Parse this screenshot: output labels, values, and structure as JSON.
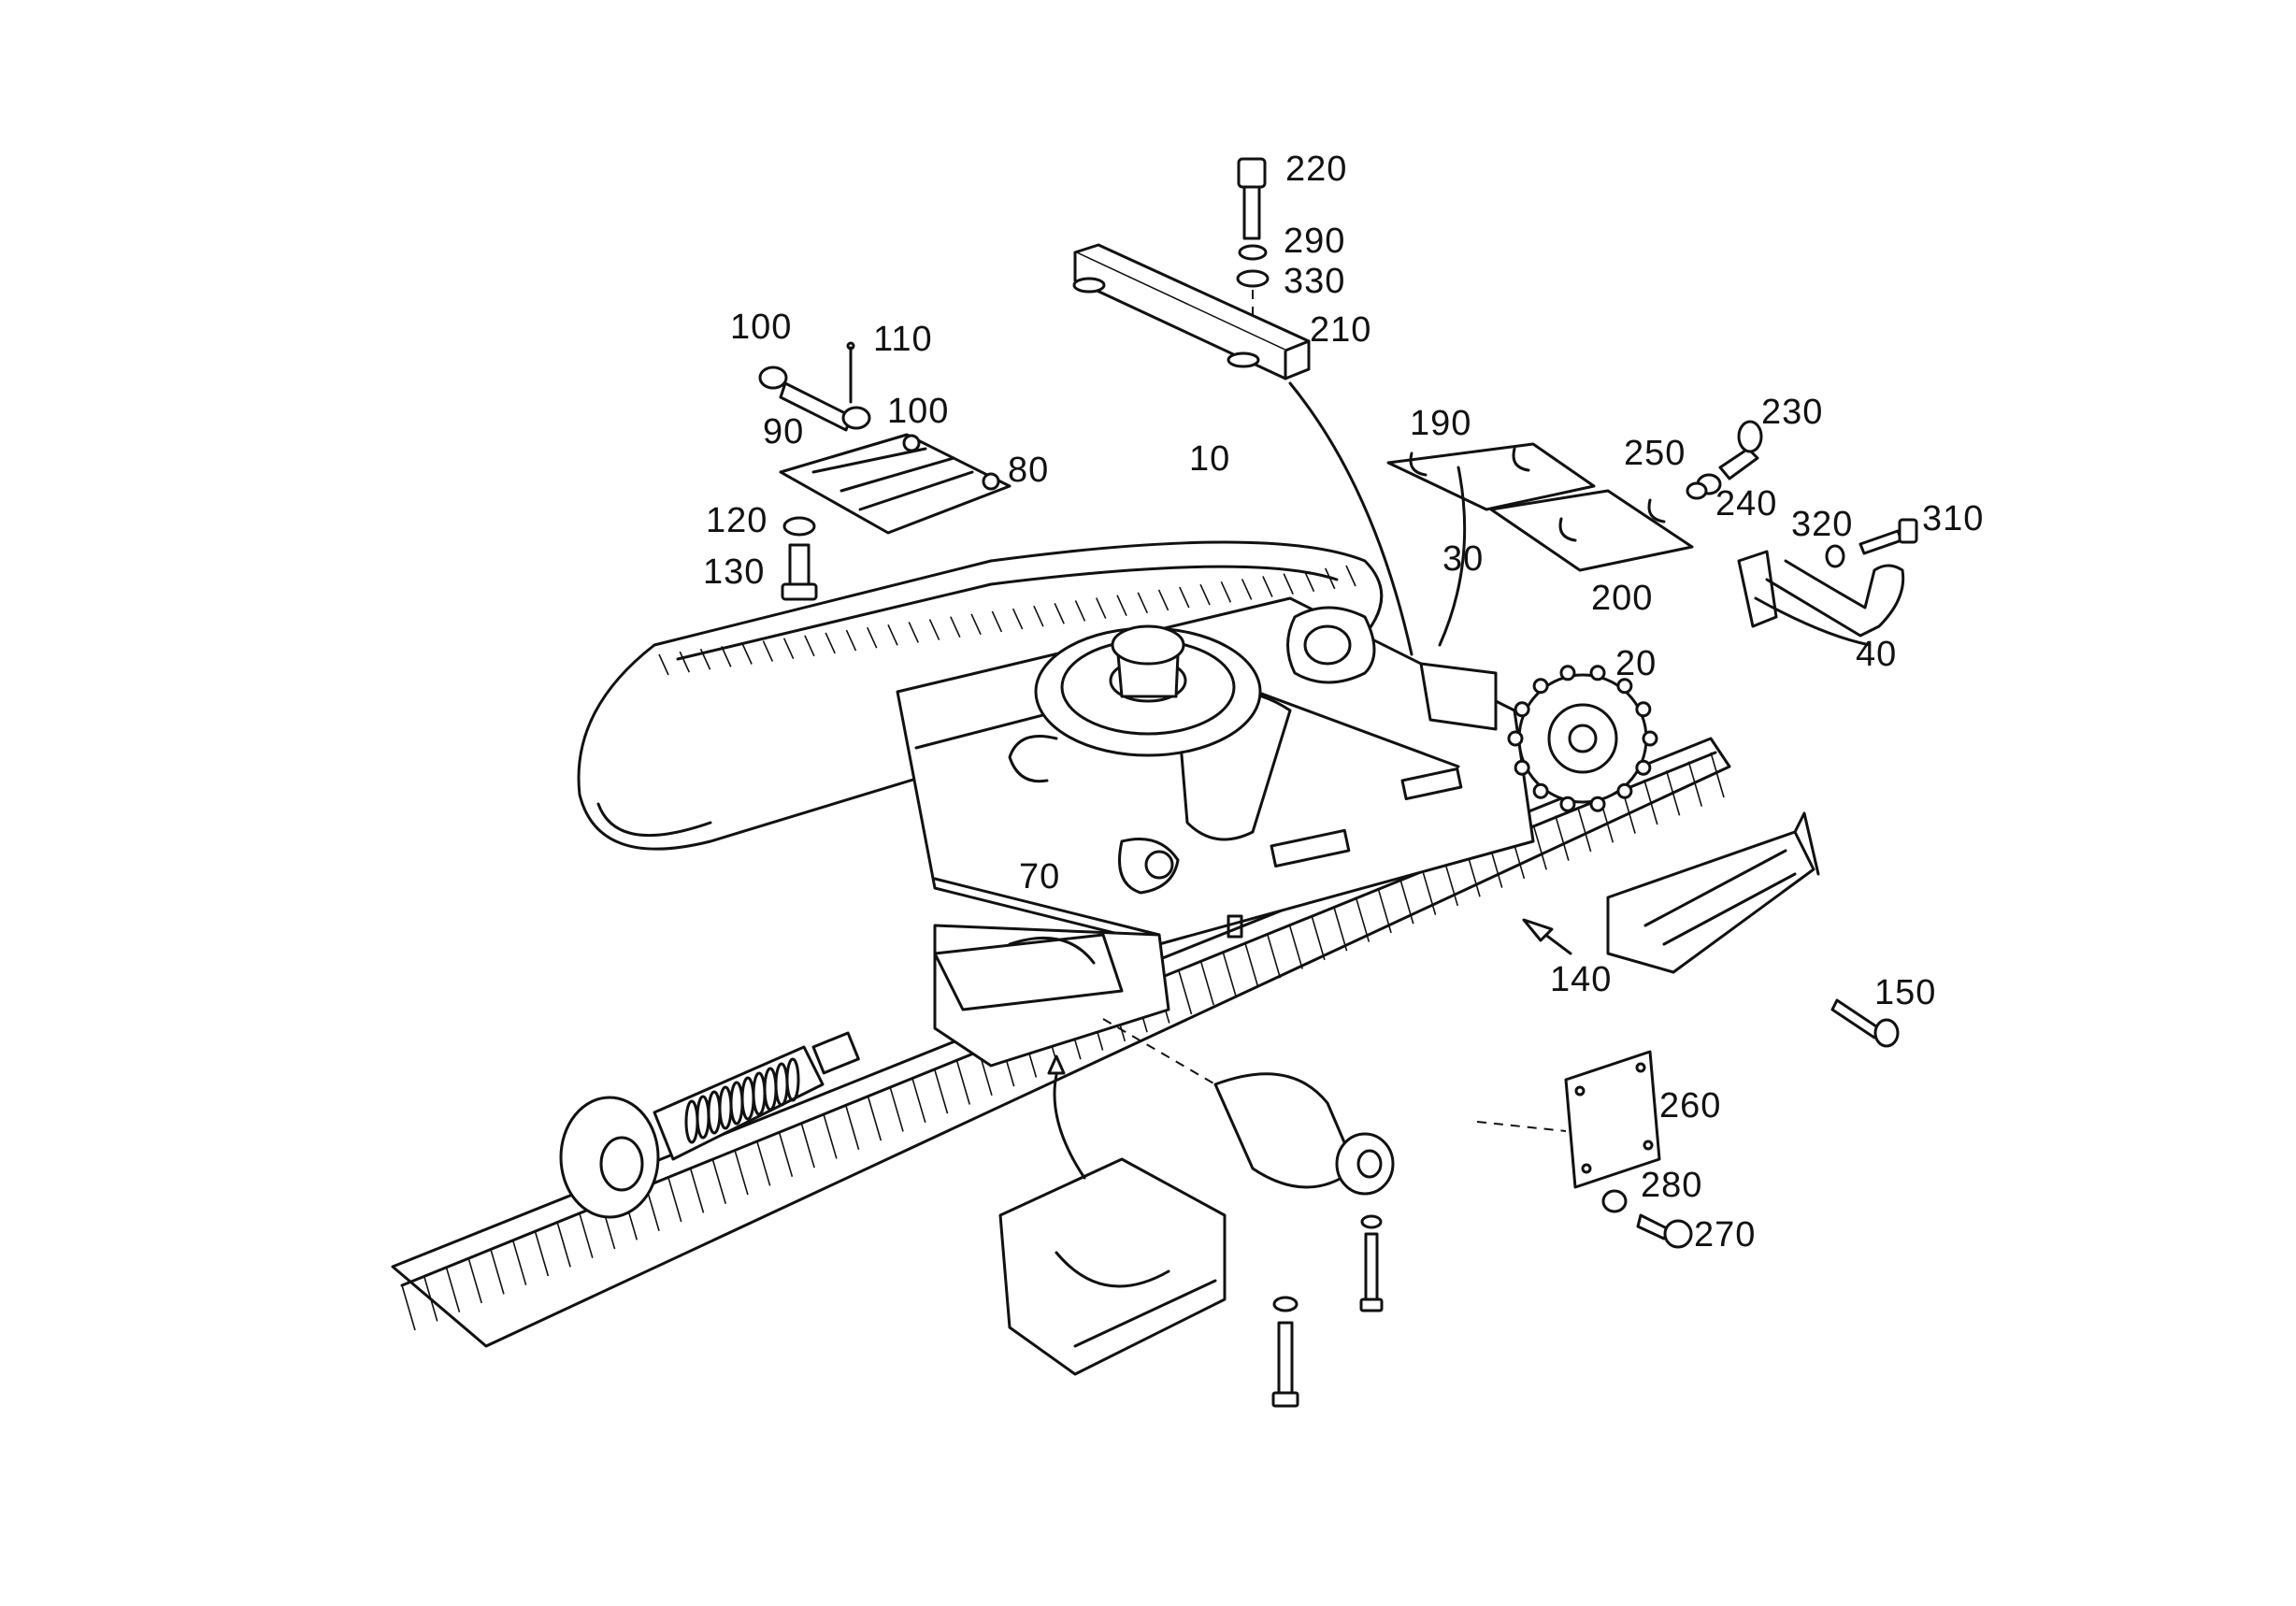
{
  "callouts": {
    "c10": "10",
    "c20": "20",
    "c30": "30",
    "c40": "40",
    "c70": "70",
    "c80": "80",
    "c90": "90",
    "c100a": "100",
    "c100b": "100",
    "c110": "110",
    "c120": "120",
    "c130": "130",
    "c140": "140",
    "c150": "150",
    "c190": "190",
    "c200": "200",
    "c210": "210",
    "c220": "220",
    "c230": "230",
    "c240": "240",
    "c250": "250",
    "c260": "260",
    "c270": "270",
    "c280": "280",
    "c290": "290",
    "c310": "310",
    "c320": "320",
    "c330": "330"
  }
}
